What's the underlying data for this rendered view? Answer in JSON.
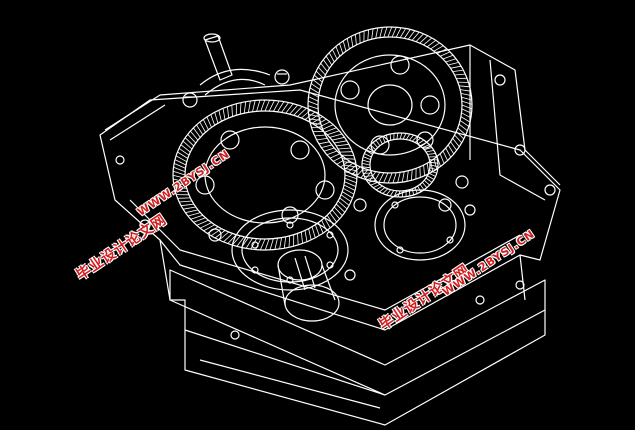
{
  "drawing": {
    "subject": "gearbox-reducer-isometric",
    "background": "#000000",
    "line_color": "#ffffff"
  },
  "watermarks": [
    {
      "cn": "毕业设计论文网",
      "url": "WWW.2BYSJ.CN"
    },
    {
      "cn": "毕业设计论文网",
      "url": "WWW.2BYSJ.CN"
    }
  ],
  "watermark_color": "#d21e1e"
}
